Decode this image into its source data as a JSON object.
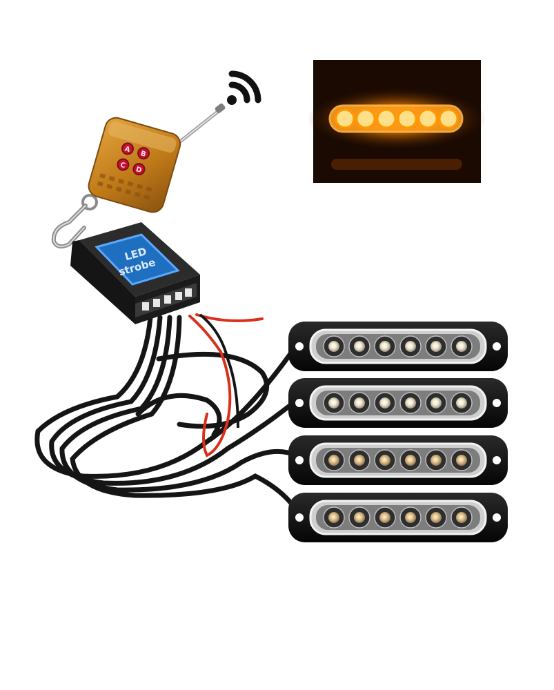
{
  "product": {
    "controller_label_line1": "LED",
    "controller_label_line2": "strobe",
    "remote_buttons": [
      "A",
      "B",
      "C",
      "D"
    ],
    "light_bar_count": 4,
    "leds_per_bar": 6
  },
  "icons": {
    "wireless": "wifi-signal-icon"
  },
  "colors": {
    "amber": "#ffb020",
    "amber_glow": "#ff7a00",
    "remote_body": "#c9861f",
    "controller_box": "#222222",
    "controller_label_bg": "#1f6fc0",
    "cable": "#151515",
    "red_wire": "#d8301c"
  }
}
